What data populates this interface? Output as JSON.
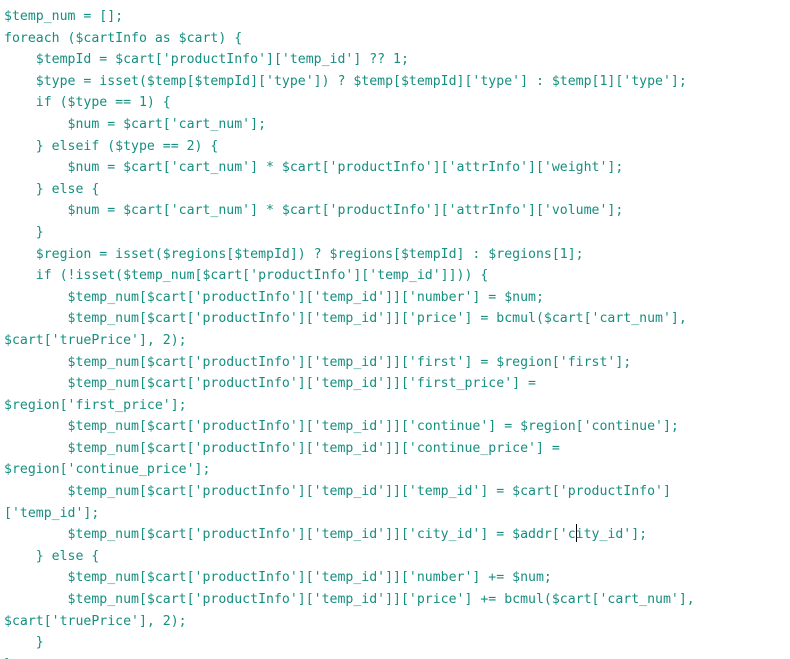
{
  "editor": {
    "text_color": "#168f80",
    "background": "#ffffff",
    "lines": [
      "$temp_num = [];",
      "foreach ($cartInfo as $cart) {",
      "    $tempId = $cart['productInfo']['temp_id'] ?? 1;",
      "    $type = isset($temp[$tempId]['type']) ? $temp[$tempId]['type'] : $temp[1]['type'];",
      "    if ($type == 1) {",
      "        $num = $cart['cart_num'];",
      "    } elseif ($type == 2) {",
      "        $num = $cart['cart_num'] * $cart['productInfo']['attrInfo']['weight'];",
      "    } else {",
      "        $num = $cart['cart_num'] * $cart['productInfo']['attrInfo']['volume'];",
      "    }",
      "    $region = isset($regions[$tempId]) ? $regions[$tempId] : $regions[1];",
      "    if (!isset($temp_num[$cart['productInfo']['temp_id']])) {",
      "        $temp_num[$cart['productInfo']['temp_id']]['number'] = $num;",
      "        $temp_num[$cart['productInfo']['temp_id']]['price'] = bcmul($cart['cart_num'],",
      "$cart['truePrice'], 2);",
      "        $temp_num[$cart['productInfo']['temp_id']]['first'] = $region['first'];",
      "        $temp_num[$cart['productInfo']['temp_id']]['first_price'] =",
      "$region['first_price'];",
      "        $temp_num[$cart['productInfo']['temp_id']]['continue'] = $region['continue'];",
      "        $temp_num[$cart['productInfo']['temp_id']]['continue_price'] =",
      "$region['continue_price'];",
      "        $temp_num[$cart['productInfo']['temp_id']]['temp_id'] = $cart['productInfo']",
      "['temp_id'];",
      "        $temp_num[$cart['productInfo']['temp_id']]['city_id'] = $addr['city_id'];",
      "    } else {",
      "        $temp_num[$cart['productInfo']['temp_id']]['number'] += $num;",
      "        $temp_num[$cart['productInfo']['temp_id']]['price'] += bcmul($cart['cart_num'],",
      "$cart['truePrice'], 2);",
      "    }",
      "}"
    ],
    "caret_line": 24,
    "caret_before": "        $temp_num[$cart['productInfo']['temp_id']]['city_id'] = $addr['c",
    "caret_after": "ity_id'];"
  }
}
